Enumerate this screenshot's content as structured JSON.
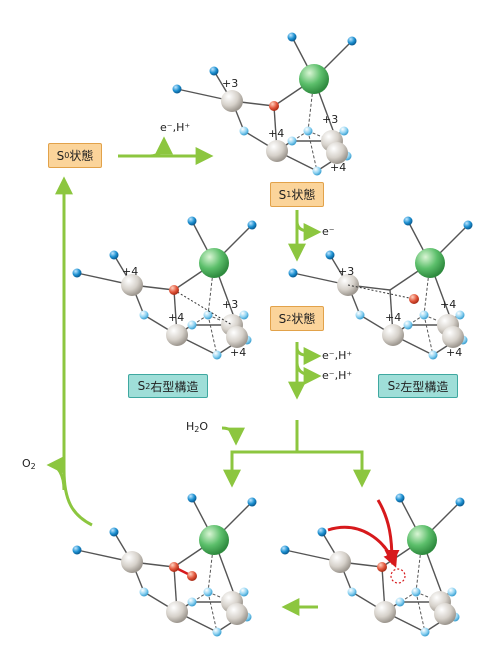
{
  "states": {
    "s0": {
      "prefix": "S",
      "sub": "0",
      "suffix": "状態"
    },
    "s1": {
      "prefix": "S",
      "sub": "1",
      "suffix": "状態"
    },
    "s2": {
      "prefix": "S",
      "sub": "2",
      "suffix": "状態"
    },
    "s2_right": {
      "prefix": "S",
      "sub": "2",
      "suffix": "右型構造"
    },
    "s2_left": {
      "prefix": "S",
      "sub": "2",
      "suffix": "左型構造"
    }
  },
  "products": {
    "e_h": "e⁻,H⁺",
    "e_only": "e⁻",
    "e_h_a": "e⁻,H⁺",
    "e_h_b": "e⁻,H⁺"
  },
  "reactants": {
    "h2o": {
      "prefix": "H",
      "sub": "2",
      "suffix": "O"
    },
    "o2": {
      "prefix": "O",
      "sub": "2",
      "suffix": ""
    }
  },
  "oxidation_labels": {
    "s1": [
      "+3",
      "+4",
      "+3",
      "+4"
    ],
    "s2_right": [
      "+4",
      "+4",
      "+3",
      "+4"
    ],
    "s2_left": [
      "+3",
      "+4",
      "+4",
      "+4"
    ]
  },
  "colors": {
    "arrow_green": "#8cc63f",
    "arrow_red": "#d7191c",
    "ca_green": "#5cbf6b",
    "mn_gray": "#c8c3bc",
    "oxygen_blue": "#8fd3f2",
    "oxygen_red": "#e2553a",
    "ligand_blue": "#1b8fd0"
  }
}
